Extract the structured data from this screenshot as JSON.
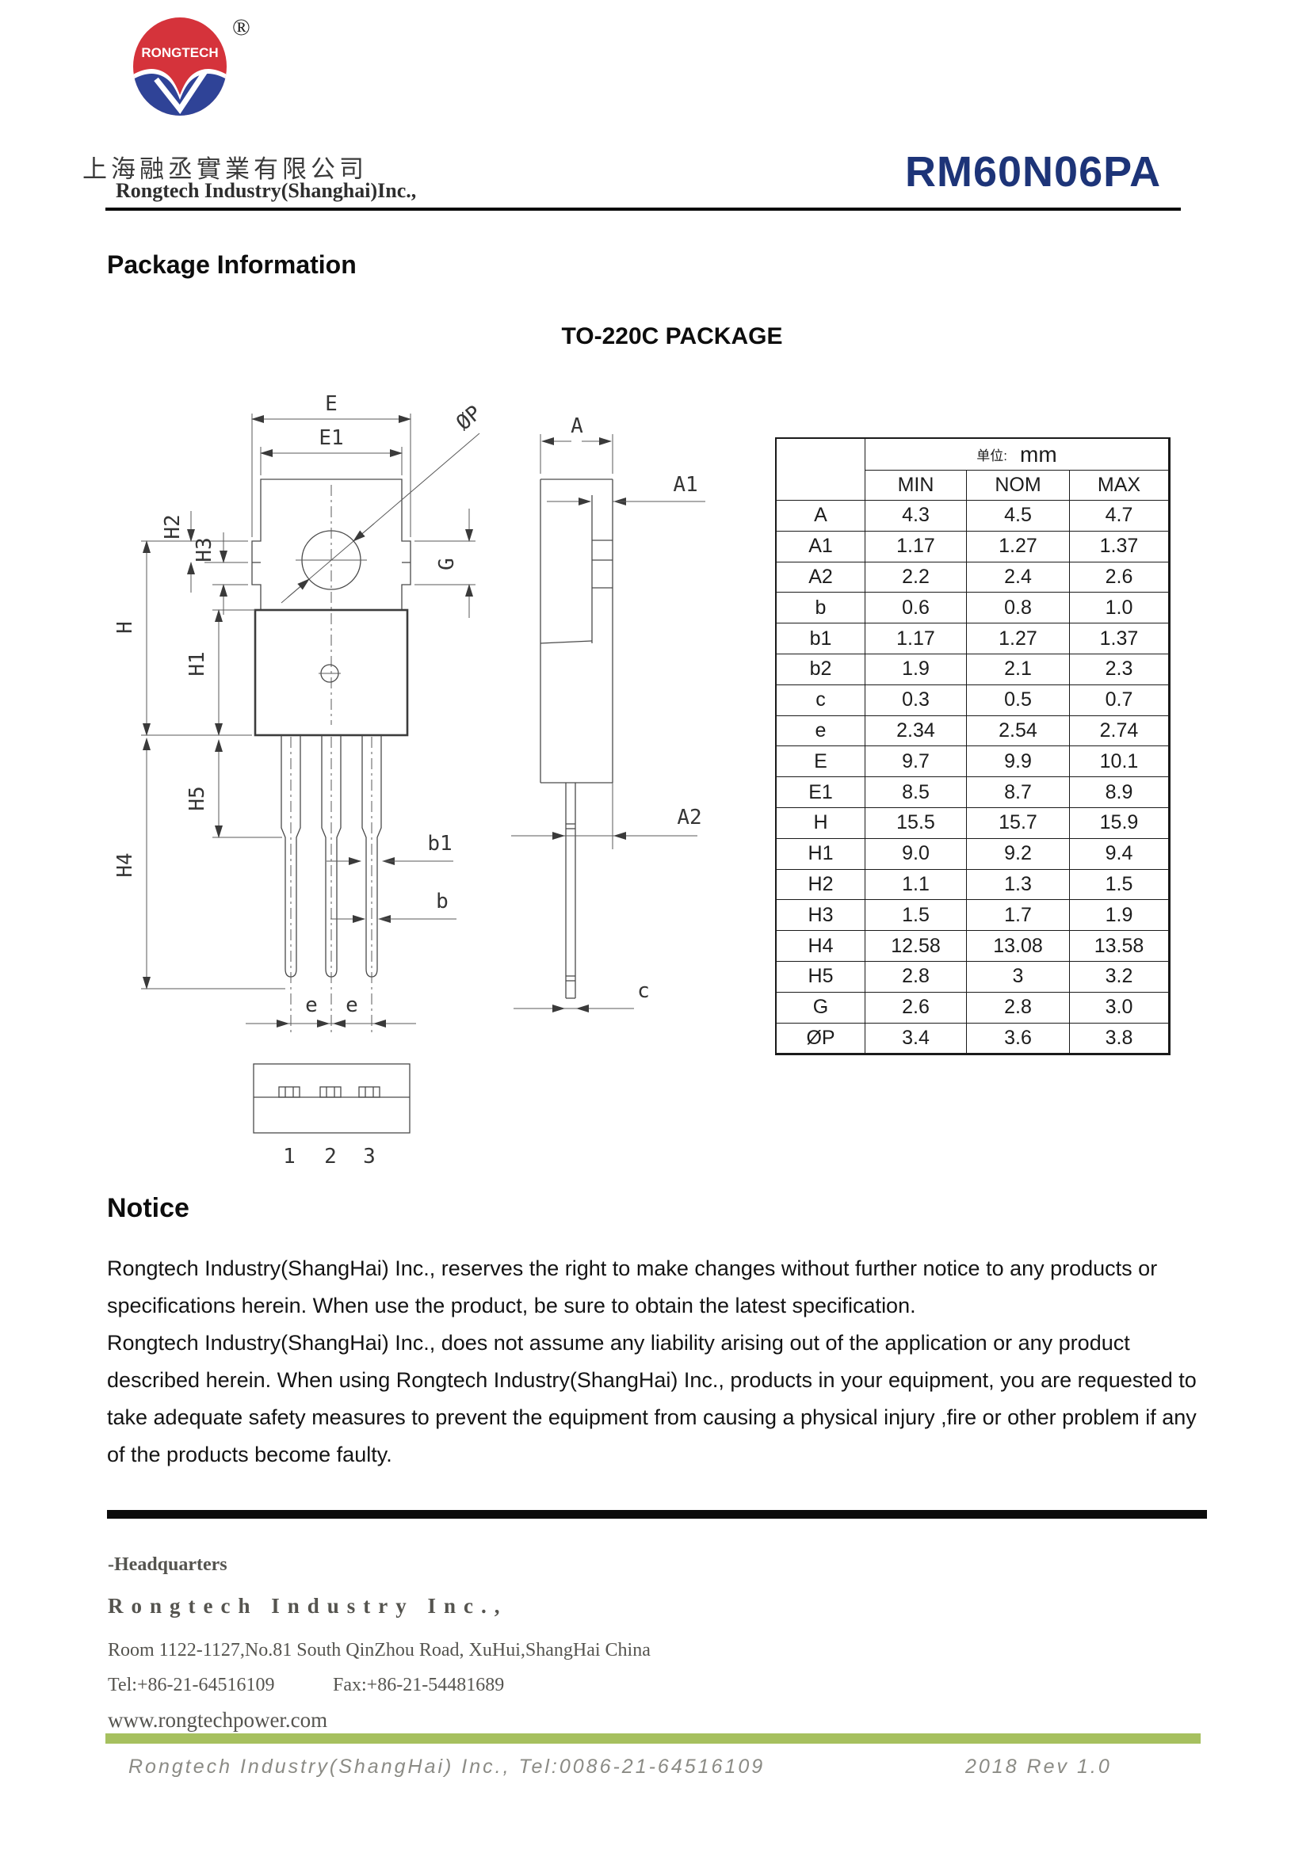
{
  "colors": {
    "accent_navy": "#1d3478",
    "logo_red": "#d5333b",
    "logo_blue": "#2f4397",
    "footer_green": "#a6c05f"
  },
  "header": {
    "logo_text": "RONGTECH",
    "registered_mark": "®",
    "company_cn": "上海融丞實業有限公司",
    "company_en": "Rongtech Industry(Shanghai)Inc.,",
    "part_number": "RM60N06PA"
  },
  "page": {
    "section_title": "Package Information",
    "drawing_title": "TO-220C PACKAGE"
  },
  "drawing": {
    "dims": {
      "E": "E",
      "E1": "E1",
      "phiP": "ØP",
      "H": "H",
      "H1": "H1",
      "H2": "H2",
      "H3": "H3",
      "H4": "H4",
      "H5": "H5",
      "G": "G",
      "b1": "b1",
      "b": "b",
      "e": "e",
      "A": "A",
      "A1": "A1",
      "A2": "A2",
      "c": "c"
    },
    "pins": [
      "1",
      "2",
      "3"
    ]
  },
  "table": {
    "unit_prefix": "单位:",
    "unit": "mm",
    "columns": [
      "MIN",
      "NOM",
      "MAX"
    ],
    "rows": [
      {
        "sym": "A",
        "min": "4.3",
        "nom": "4.5",
        "max": "4.7"
      },
      {
        "sym": "A1",
        "min": "1.17",
        "nom": "1.27",
        "max": "1.37"
      },
      {
        "sym": "A2",
        "min": "2.2",
        "nom": "2.4",
        "max": "2.6"
      },
      {
        "sym": "b",
        "min": "0.6",
        "nom": "0.8",
        "max": "1.0"
      },
      {
        "sym": "b1",
        "min": "1.17",
        "nom": "1.27",
        "max": "1.37"
      },
      {
        "sym": "b2",
        "min": "1.9",
        "nom": "2.1",
        "max": "2.3"
      },
      {
        "sym": "c",
        "min": "0.3",
        "nom": "0.5",
        "max": "0.7"
      },
      {
        "sym": "e",
        "min": "2.34",
        "nom": "2.54",
        "max": "2.74"
      },
      {
        "sym": "E",
        "min": "9.7",
        "nom": "9.9",
        "max": "10.1"
      },
      {
        "sym": "E1",
        "min": "8.5",
        "nom": "8.7",
        "max": "8.9"
      },
      {
        "sym": "H",
        "min": "15.5",
        "nom": "15.7",
        "max": "15.9"
      },
      {
        "sym": "H1",
        "min": "9.0",
        "nom": "9.2",
        "max": "9.4"
      },
      {
        "sym": "H2",
        "min": "1.1",
        "nom": "1.3",
        "max": "1.5"
      },
      {
        "sym": "H3",
        "min": "1.5",
        "nom": "1.7",
        "max": "1.9"
      },
      {
        "sym": "H4",
        "min": "12.58",
        "nom": "13.08",
        "max": "13.58"
      },
      {
        "sym": "H5",
        "min": "2.8",
        "nom": "3",
        "max": "3.2"
      },
      {
        "sym": "G",
        "min": "2.6",
        "nom": "2.8",
        "max": "3.0"
      },
      {
        "sym": "ØP",
        "min": "3.4",
        "nom": "3.6",
        "max": "3.8"
      }
    ]
  },
  "notice": {
    "title": "Notice",
    "paragraphs": [
      "Rongtech Industry(ShangHai) Inc., reserves the right to make changes without further notice to any products or specifications herein. When use the product, be sure to obtain the latest specification.",
      "Rongtech Industry(ShangHai) Inc., does not assume any liability arising out of the application or any product described herein. When using Rongtech Industry(ShangHai) Inc., products in your equipment, you are requested to take adequate safety measures to prevent the equipment from causing a physical injury ,fire or other problem if any of the products become faulty."
    ]
  },
  "footer": {
    "headquarters_label": "-Headquarters",
    "company": "Rongtech Industry Inc.,",
    "address": "Room 1122-1127,No.81 South QinZhou Road, XuHui,ShangHai China",
    "tel": "Tel:+86-21-64516109",
    "fax": "Fax:+86-21-54481689",
    "website": "www.rongtechpower.com",
    "bottom_left": "Rongtech Industry(ShangHai) Inc., Tel:0086-21-64516109",
    "bottom_right": "2018 Rev 1.0"
  }
}
